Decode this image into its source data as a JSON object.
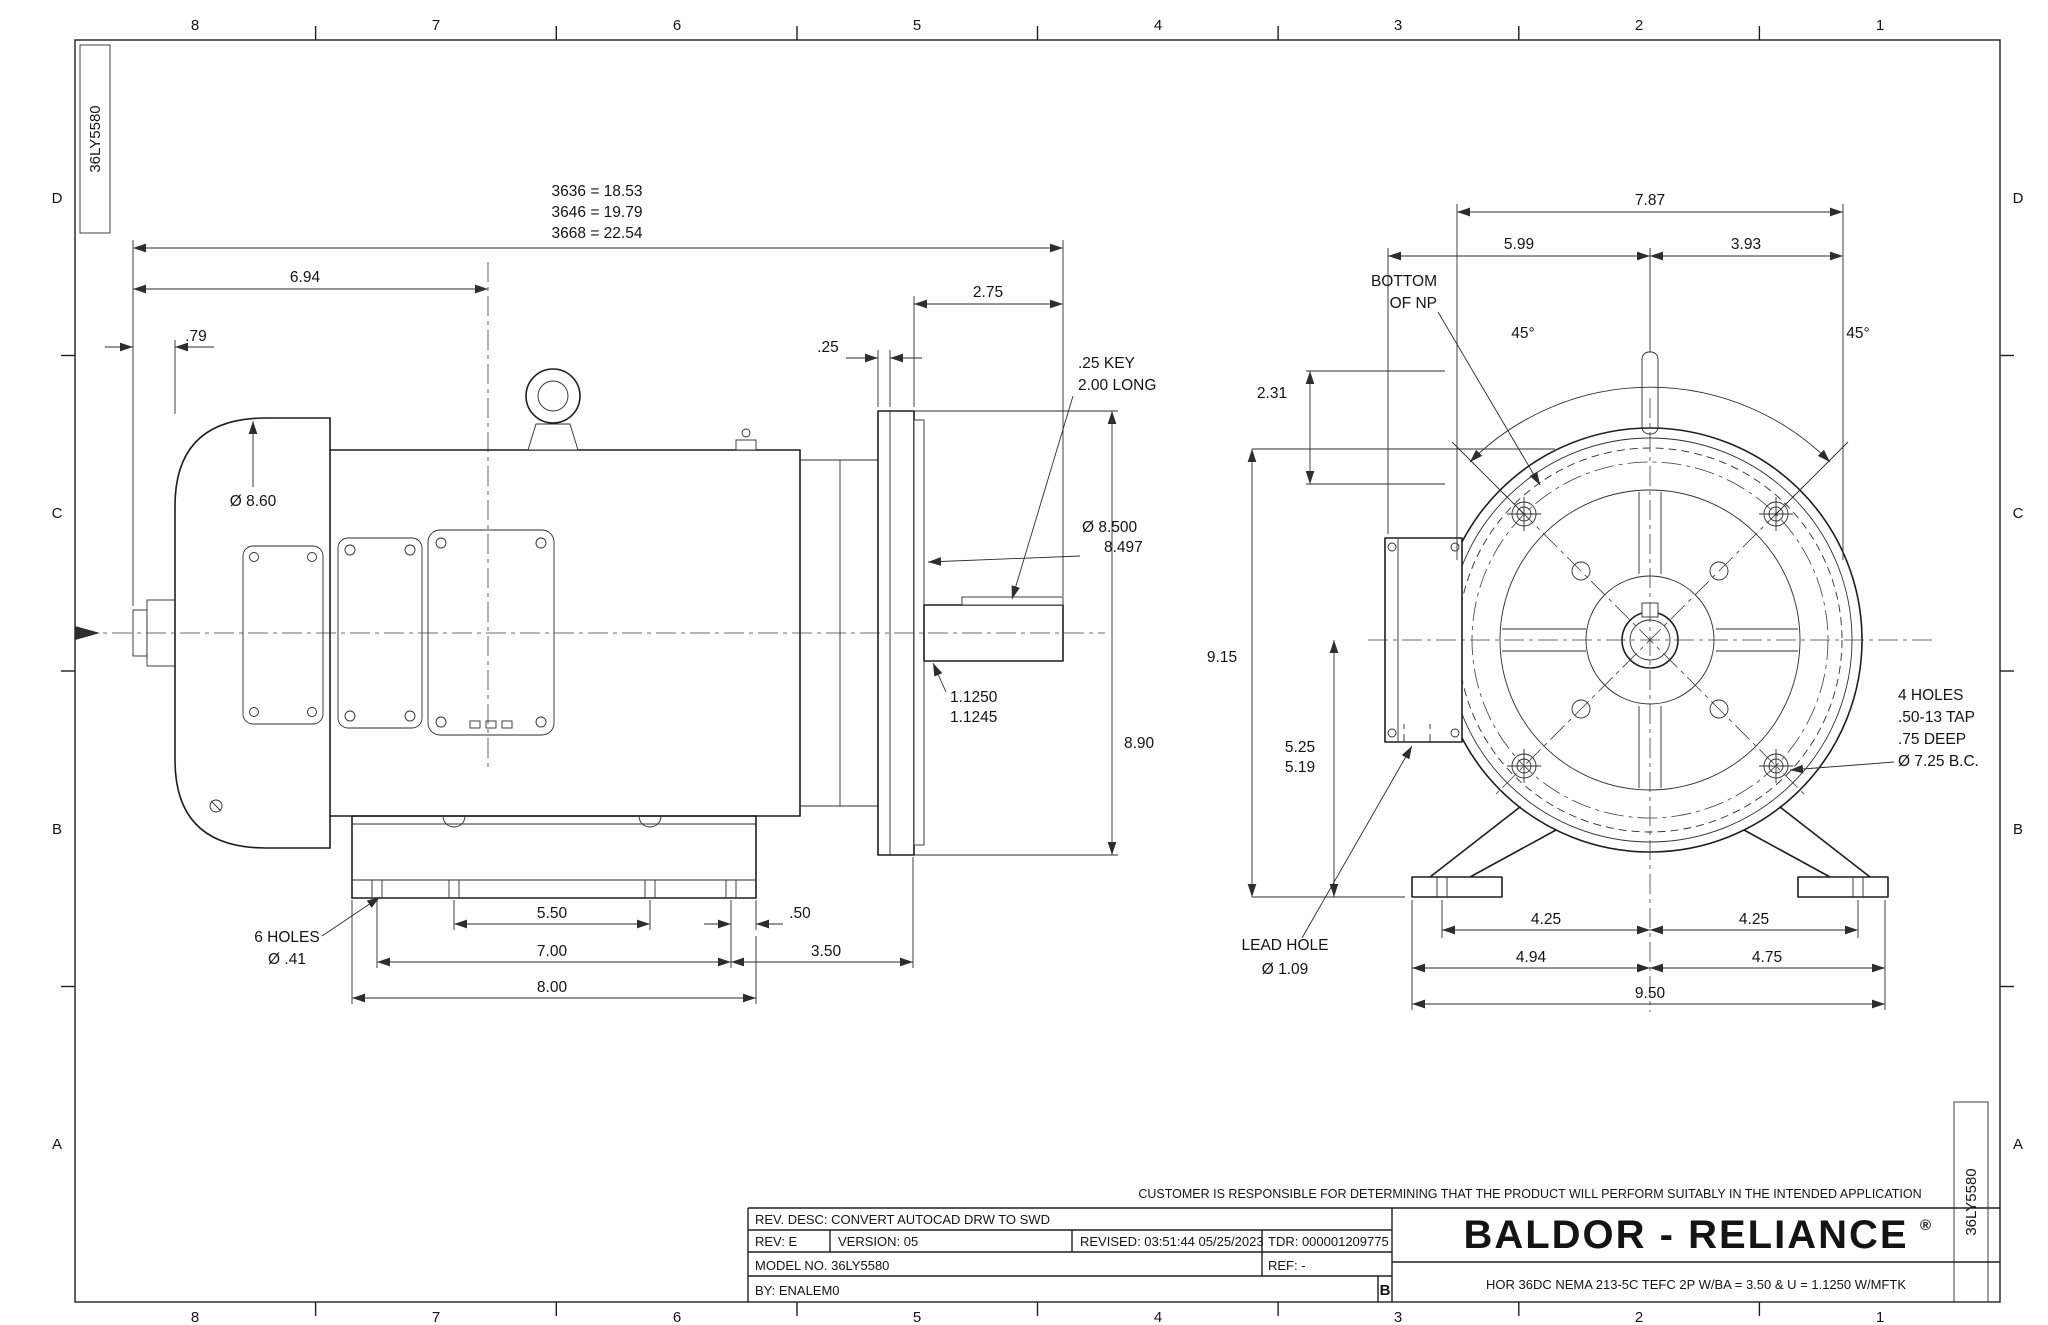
{
  "drawing": {
    "part_number": "36LY5580",
    "size_letter": "B"
  },
  "zones": {
    "cols": [
      "8",
      "7",
      "6",
      "5",
      "4",
      "3",
      "2",
      "1"
    ],
    "rows": [
      "D",
      "C",
      "B",
      "A"
    ]
  },
  "side_view": {
    "total_len_1": "3636 = 18.53",
    "total_len_2": "3646 = 19.79",
    "total_len_3": "3668 = 22.54",
    "dim_694": "6.94",
    "dim_79": ".79",
    "dim_275": "2.75",
    "dim_25": ".25",
    "key_note_1": ".25 KEY",
    "key_note_2": "2.00 LONG",
    "dia_frame": "Ø 8.60",
    "dia_flange_1": "Ø 8.500",
    "dia_flange_2": "8.497",
    "dia_shaft_1": "1.1250",
    "dia_shaft_2": "1.1245",
    "dim_890": "8.90",
    "dim_550": "5.50",
    "dim_50": ".50",
    "dim_700": "7.00",
    "dim_350": "3.50",
    "dim_800": "8.00",
    "holes_note_1": "6 HOLES",
    "holes_note_2": "Ø .41"
  },
  "front_view": {
    "dim_787": "7.87",
    "dim_599": "5.99",
    "dim_393": "3.93",
    "np_note_1": "BOTTOM",
    "np_note_2": "OF NP",
    "angle_l": "45°",
    "angle_r": "45°",
    "dim_231": "2.31",
    "dim_915": "9.15",
    "dim_525": "5.25",
    "dim_519": "5.19",
    "lead_note_1": "LEAD HOLE",
    "lead_note_2": "Ø 1.09",
    "tap_note_1": "4 HOLES",
    "tap_note_2": ".50-13 TAP",
    "tap_note_3": ".75 DEEP",
    "tap_note_4": "Ø 7.25 B.C.",
    "dim_425_l": "4.25",
    "dim_425_r": "4.25",
    "dim_494": "4.94",
    "dim_475": "4.75",
    "dim_950": "9.50"
  },
  "title_block": {
    "disclaimer": "CUSTOMER IS RESPONSIBLE FOR DETERMINING THAT THE PRODUCT WILL PERFORM SUITABLY IN THE INTENDED APPLICATION",
    "rev_desc": "REV. DESC: CONVERT AUTOCAD DRW TO SWD",
    "rev": "REV:   E",
    "version": "VERSION:   05",
    "revised": "REVISED: 03:51:44 05/25/2023",
    "tdr": "TDR: 000001209775",
    "model": "MODEL NO.   36LY5580",
    "ref": "REF:  -",
    "by": "BY: ENALEM0",
    "brand": "BALDOR - RELIANCE",
    "reg": "®",
    "description": "HOR 36DC NEMA 213-5C TEFC 2P W/BA = 3.50 & U = 1.1250 W/MFTK"
  }
}
